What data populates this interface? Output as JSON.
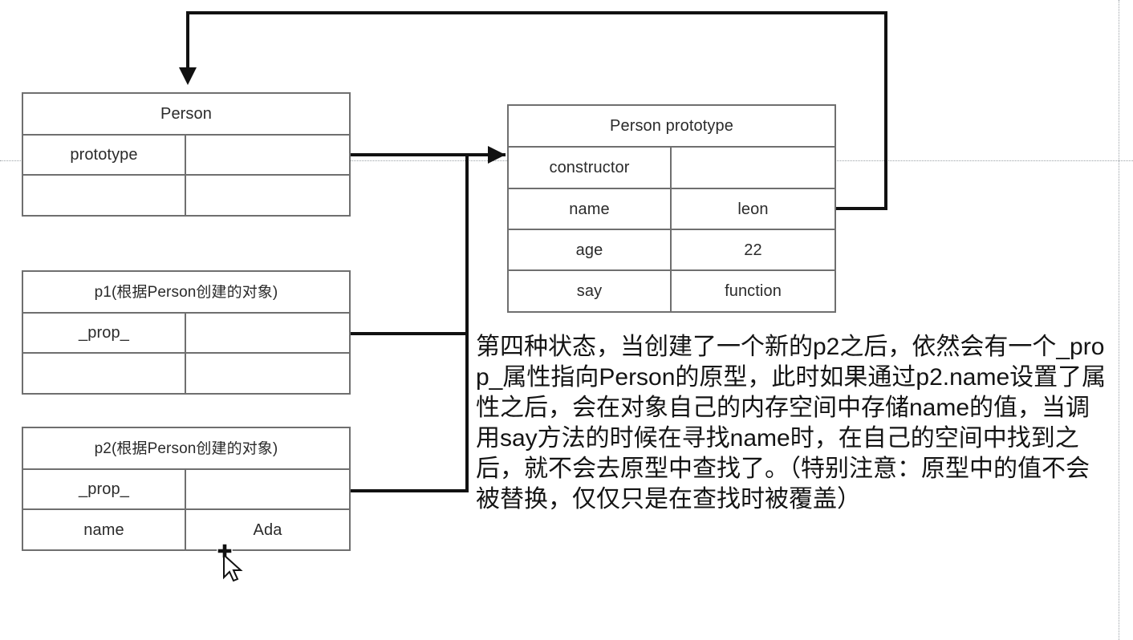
{
  "diagram": {
    "title_hidden": "",
    "boxes": [
      {
        "id": "person",
        "title": "Person",
        "rows": [
          {
            "key": "prototype",
            "value": ""
          },
          {
            "key": "",
            "value": ""
          }
        ]
      },
      {
        "id": "person-prototype",
        "title": "Person prototype",
        "rows": [
          {
            "key": "constructor",
            "value": ""
          },
          {
            "key": "name",
            "value": "leon"
          },
          {
            "key": "age",
            "value": "22"
          },
          {
            "key": "say",
            "value": "function"
          }
        ]
      },
      {
        "id": "p1",
        "title": "p1(根据Person创建的对象)",
        "rows": [
          {
            "key": "_prop_",
            "value": ""
          },
          {
            "key": "",
            "value": ""
          }
        ]
      },
      {
        "id": "p2",
        "title": "p2(根据Person创建的对象)",
        "rows": [
          {
            "key": "_prop_",
            "value": ""
          },
          {
            "key": "name",
            "value": "Ada"
          }
        ]
      }
    ],
    "note": "第四种状态，当创建了一个新的p2之后，依然会有一个_prop_属性指向Person的原型，此时如果通过p2.name设置了属性之后，会在对象自己的内存空间中存储name的值，当调用say方法的时候在寻找name时，在自己的空间中找到之后，就不会去原型中查找了。（特别注意：原型中的值不会被替换，仅仅只是在查找时被覆盖）",
    "connectors": [
      {
        "name": "prototype-to-person-prototype",
        "from": "Person.prototype",
        "to": "Person prototype"
      },
      {
        "name": "constructor-back-to-person",
        "from": "Person prototype.name row",
        "to": "Person"
      },
      {
        "name": "p1-prop-to-person-prototype",
        "from": "p1._prop_",
        "to": "Person prototype"
      },
      {
        "name": "p2-prop-to-person-prototype",
        "from": "p2._prop_",
        "to": "Person prototype"
      }
    ],
    "colors": {
      "box_border": "#6f6f6f",
      "connector": "#111111",
      "guide": "#9aa0a6",
      "text": "#2b2b2b",
      "background": "#ffffff"
    }
  }
}
